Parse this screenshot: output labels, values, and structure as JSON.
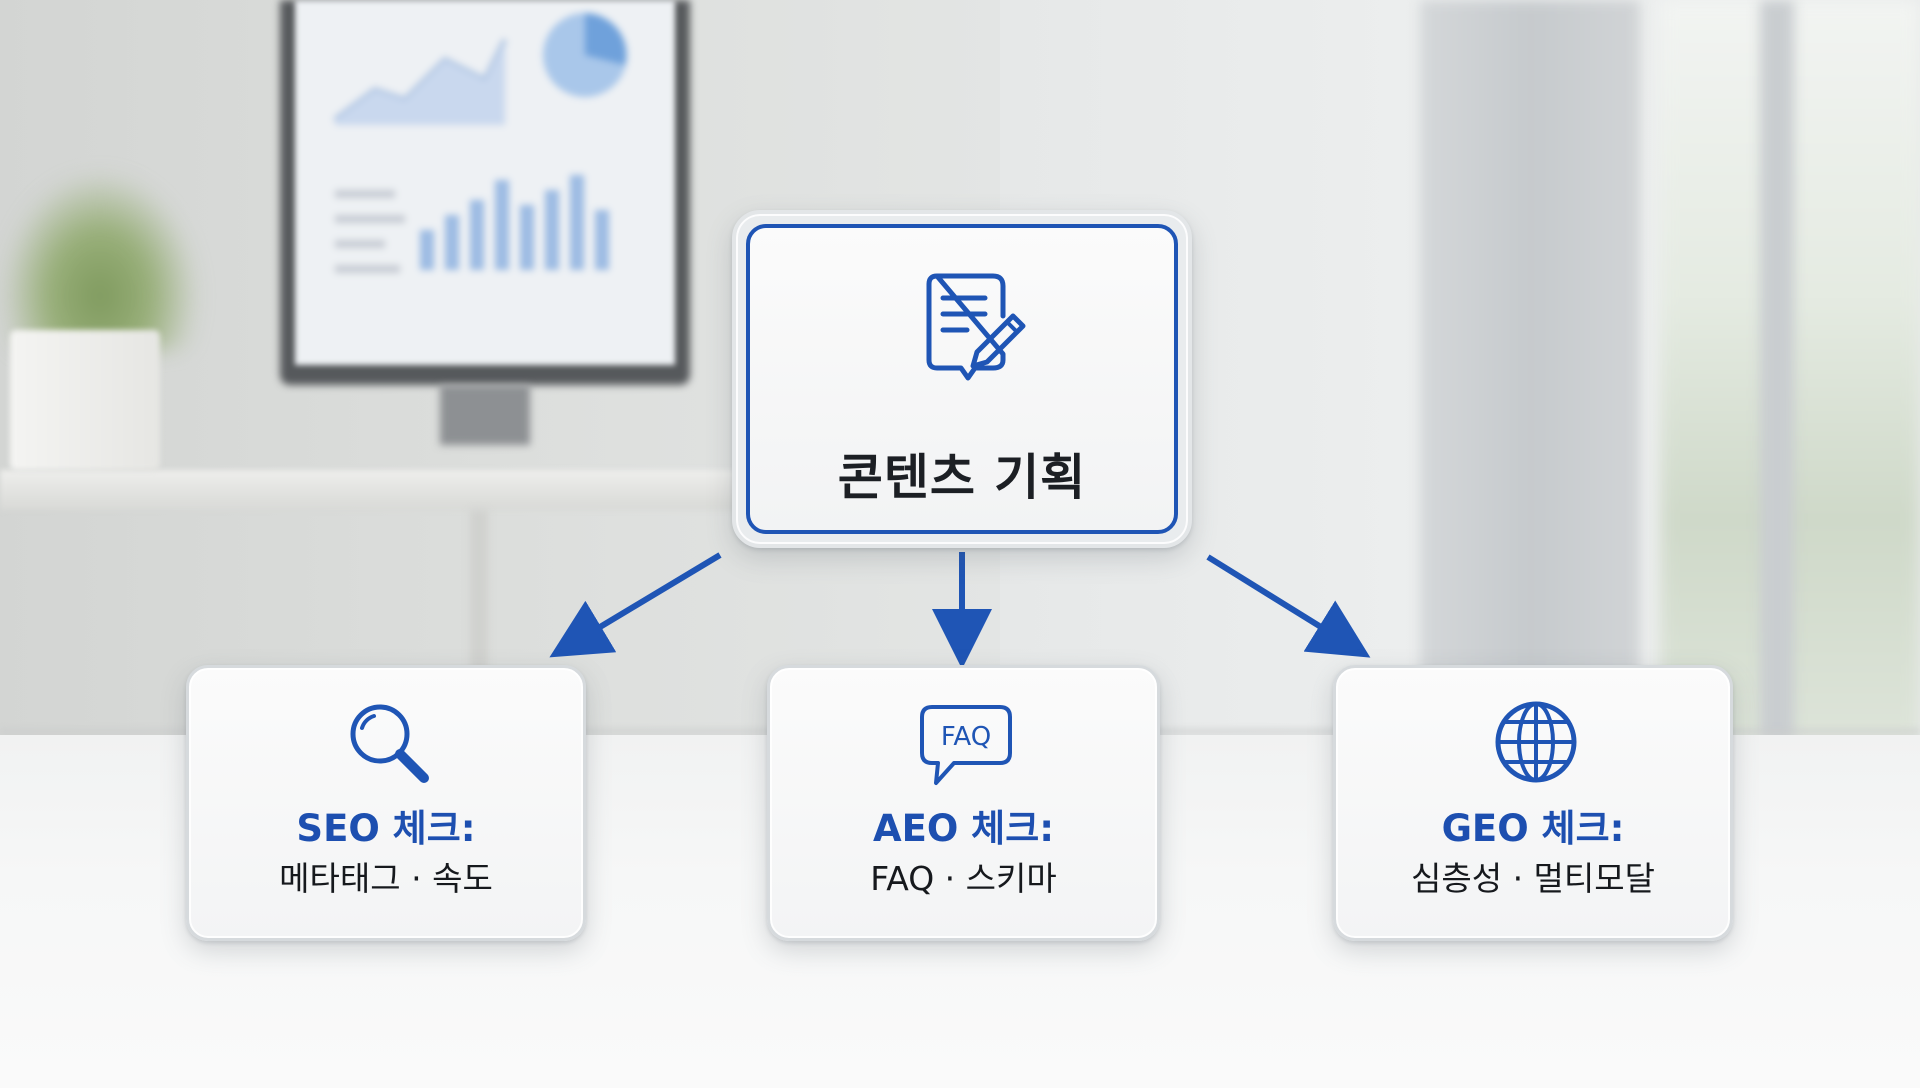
{
  "diagram": {
    "top": {
      "title": "콘텐츠 기획",
      "icon": "document-edit-icon"
    },
    "children": [
      {
        "title": "SEO 체크:",
        "subtitle": "메타태그 · 속도",
        "icon": "search-icon"
      },
      {
        "title": "AEO 체크:",
        "subtitle": "FAQ · 스키마",
        "icon": "faq-chat-icon",
        "icon_text": "FAQ"
      },
      {
        "title": "GEO 체크:",
        "subtitle": "심층성 · 멀티모달",
        "icon": "globe-icon"
      }
    ],
    "colors": {
      "accent": "#1f55b5",
      "title_text": "#1d4fb0",
      "body_text": "#16191d"
    }
  }
}
